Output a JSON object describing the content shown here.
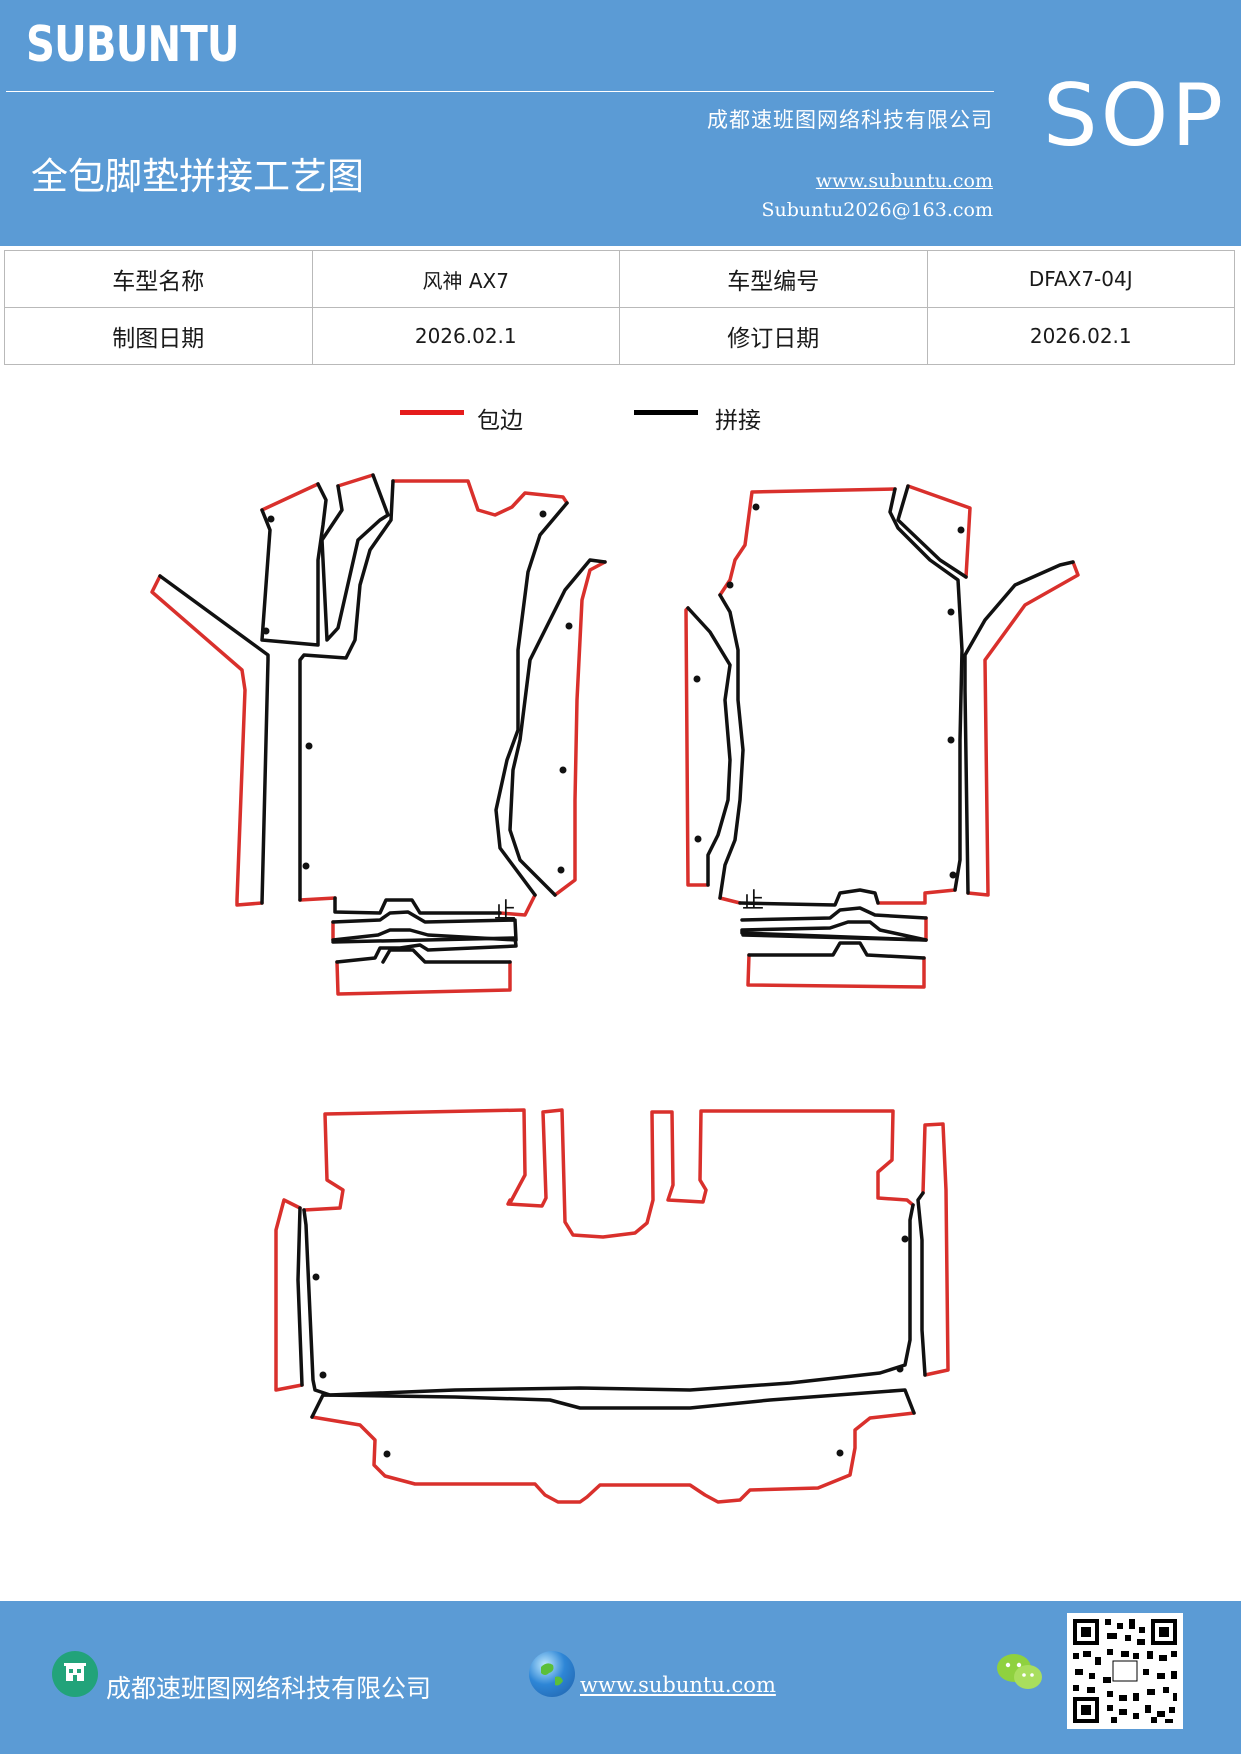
{
  "header": {
    "brand": "SUBUNTU",
    "company": "成都速班图网络科技有限公司",
    "title": "全包脚垫拼接工艺图",
    "website": "www.subuntu.com",
    "email": "Subuntu2026@163.com",
    "badge": "SOP"
  },
  "info_table": {
    "model_name_label": "车型名称",
    "model_name": "风神 AX7",
    "model_code_label": "车型编号",
    "model_code": "DFAX7-04J",
    "draw_date_label": "制图日期",
    "draw_date": "2026.02.1",
    "revise_date_label": "修订日期",
    "revise_date": "2026.02.1"
  },
  "legend": {
    "items": [
      {
        "label": "包边",
        "color": "#e51c1c"
      },
      {
        "label": "拼接",
        "color": "#000000"
      }
    ]
  },
  "footer": {
    "company": "成都速班图网络科技有限公司",
    "website": "www.subuntu.com"
  },
  "colors": {
    "brand_blue": "#5b9bd5",
    "edge_red": "#d9302c",
    "seam_black": "#111111"
  }
}
